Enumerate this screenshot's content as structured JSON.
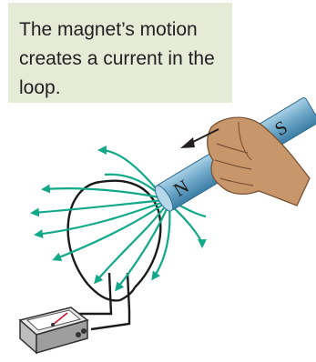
{
  "caption": "The magnet’s motion creates a current in the loop.",
  "magnet": {
    "north_label": "N",
    "south_label": "S"
  },
  "colors": {
    "caption_background": "#e6ebd8",
    "field_lines": "#12a88a",
    "magnet_body": "#6fa8c8",
    "hand": "#b8875f",
    "arrow": "#231f20"
  },
  "icons": [
    "motion-arrow-icon",
    "galvanometer-icon",
    "hand-icon",
    "bar-magnet-icon"
  ]
}
